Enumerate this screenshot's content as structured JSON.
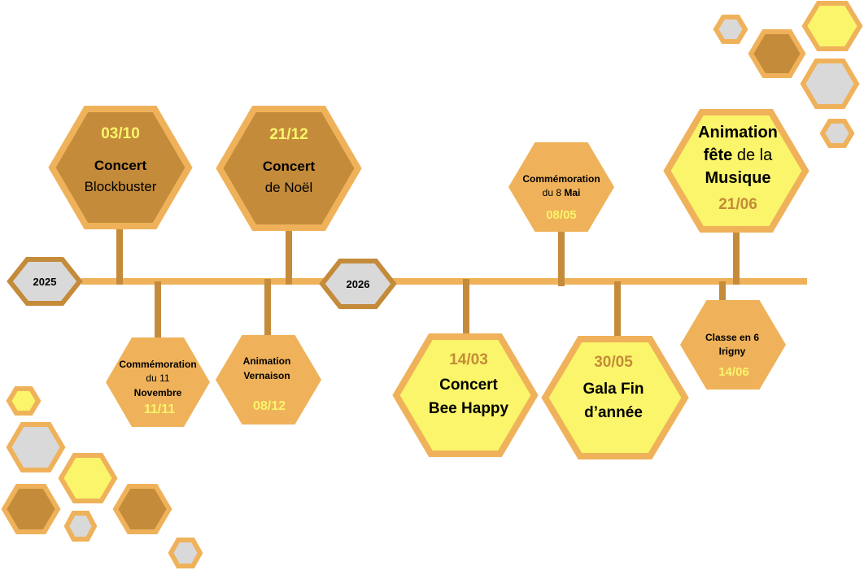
{
  "colors": {
    "line": "#EFB25A",
    "dark": "#C48B3A",
    "orange": "#EFB25A",
    "yellow": "#FAF56A",
    "gray": "#D9D9D9",
    "date_light": "#FAF56A",
    "date_dark": "#C48B3A"
  },
  "years": {
    "y2025": "2025",
    "y2026": "2026"
  },
  "events": {
    "blockbuster": {
      "date": "03/10",
      "line1": "Concert",
      "line2": "Blockbuster"
    },
    "noel": {
      "date": "21/12",
      "line1": "Concert",
      "line2": "de Noël"
    },
    "novembre": {
      "line1": "Commémoration",
      "line2": "du 11",
      "line3": "Novembre",
      "date": "11/11"
    },
    "vernaison": {
      "line1": "Animation",
      "line2": "Vernaison",
      "date": "08/12"
    },
    "beehappy": {
      "date": "14/03",
      "line1": "Concert",
      "line2": "Bee Happy"
    },
    "mai": {
      "line1": "Commémoration",
      "line2a": "du 8 ",
      "line2b": "Mai",
      "date": "08/05"
    },
    "gala": {
      "date": "30/05",
      "line1": "Gala Fin",
      "line2": "d’année"
    },
    "classe": {
      "line1": "Classe en 6",
      "line2": "Irigny",
      "date": "14/06"
    },
    "musique": {
      "line1": "Animation",
      "line2a": "fête",
      "line2b": " de la",
      "line3": "Musique",
      "date": "21/06"
    }
  }
}
